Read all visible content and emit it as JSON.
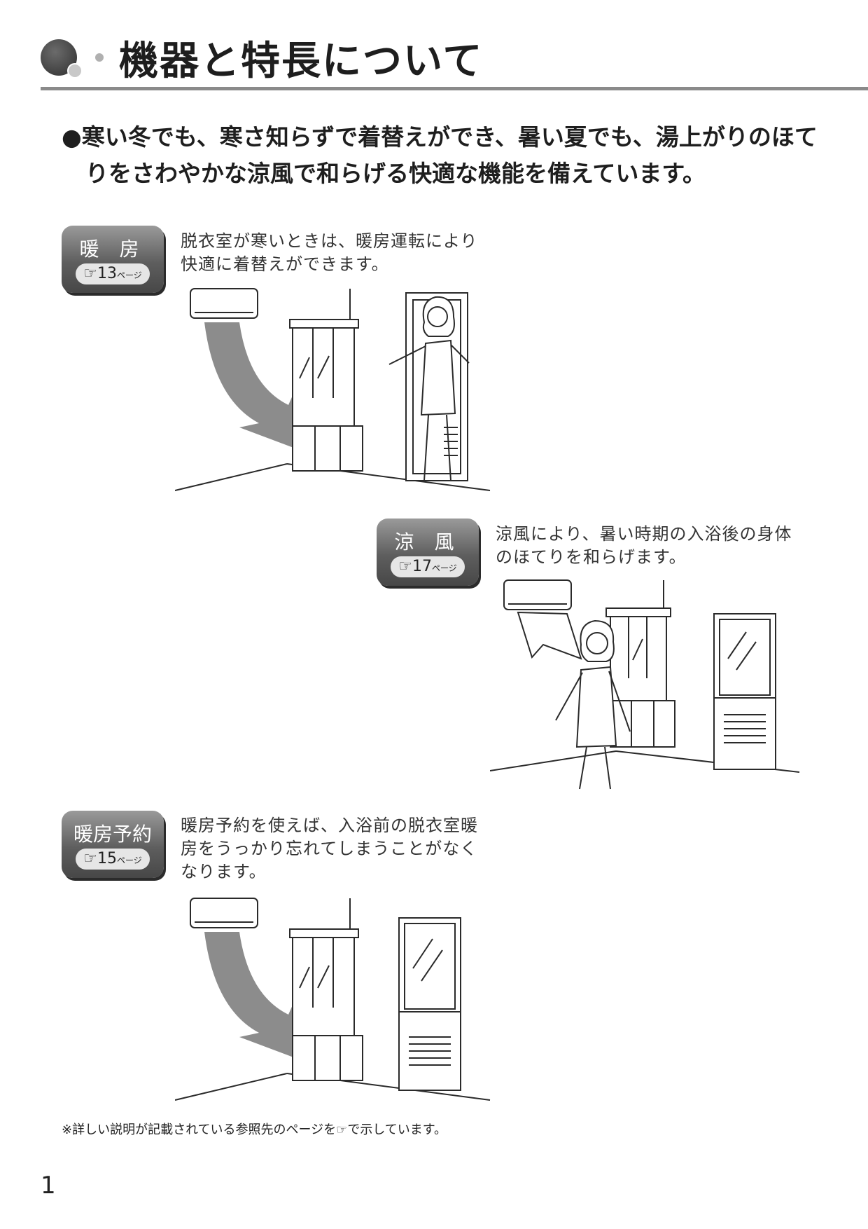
{
  "page": {
    "title": "機器と特長について",
    "intro": [
      "●寒い冬でも、寒さ知らずで着替えができ、暑い夏でも、湯上がりのほて",
      "りをさわやかな涼風で和らげる快適な機能を備えています。"
    ],
    "footnote": "※詳しい説明が記載されている参照先のページを☞で示しています。",
    "page_number": "1"
  },
  "features": [
    {
      "label": "暖 房",
      "ref_num": "13",
      "ref_unit": "ページ",
      "desc": [
        "脱衣室が寒いときは、暖房運転により",
        "快適に着替えができます。"
      ]
    },
    {
      "label": "涼 風",
      "ref_num": "17",
      "ref_unit": "ページ",
      "desc": [
        "涼風により、暑い時期の入浴後の身体",
        "のほてりを和らげます。"
      ]
    },
    {
      "label": "暖房予約",
      "ref_num": "15",
      "ref_unit": "ページ",
      "desc": [
        "暖房予約を使えば、入浴前の脱衣室暖",
        "房をうっかり忘れてしまうことがなく",
        "なります。"
      ]
    }
  ],
  "icons": {
    "reference": "☞",
    "title_mark": "circle-cluster-icon"
  }
}
